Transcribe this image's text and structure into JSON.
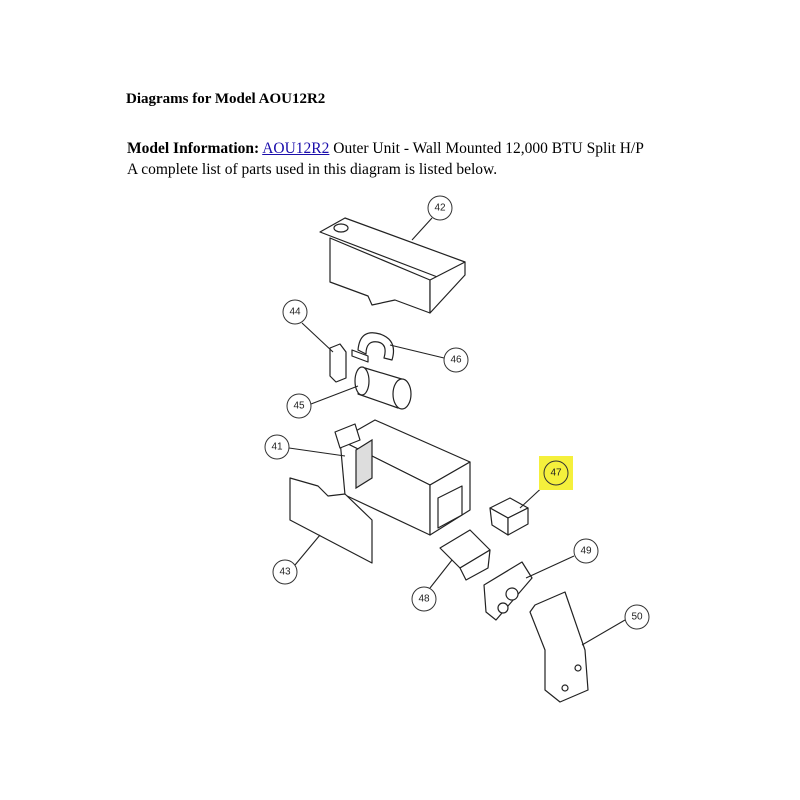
{
  "page": {
    "title": "Diagrams for Model AOU12R2",
    "info_label": "Model Information:",
    "model_link": "AOU12R2",
    "model_description": " Outer Unit - Wall Mounted 12,000 BTU Split H/P",
    "note": "A complete list of parts used in this diagram is listed below."
  },
  "diagram": {
    "highlight_color": "#f5f03c",
    "callouts": [
      {
        "label": "42",
        "highlighted": false
      },
      {
        "label": "44",
        "highlighted": false
      },
      {
        "label": "46",
        "highlighted": false
      },
      {
        "label": "45",
        "highlighted": false
      },
      {
        "label": "41",
        "highlighted": false
      },
      {
        "label": "47",
        "highlighted": true
      },
      {
        "label": "43",
        "highlighted": false
      },
      {
        "label": "48",
        "highlighted": false
      },
      {
        "label": "49",
        "highlighted": false
      },
      {
        "label": "50",
        "highlighted": false
      }
    ]
  }
}
